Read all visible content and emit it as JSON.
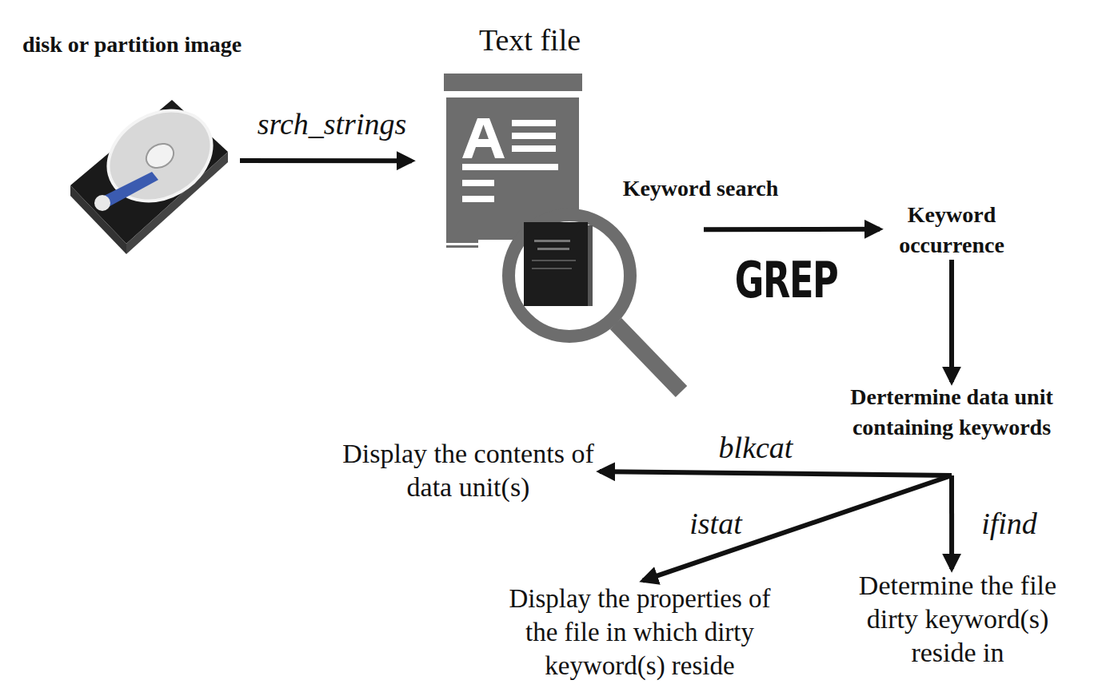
{
  "diagram": {
    "nodes": [
      {
        "text": [
          "disk or partition image"
        ]
      },
      {
        "text": [
          "Text file"
        ]
      },
      {
        "text": [
          "Keyword occurrence"
        ]
      },
      {
        "text": [
          "Dertermine data unit containing keywords"
        ]
      },
      {
        "text": [
          "Display the contents of data unit(s)"
        ]
      },
      {
        "text": [
          "Display the properties of the file in which dirty keyword(s) reside"
        ]
      },
      {
        "text": [
          "Determine the file dirty keyword(s) reside in"
        ]
      }
    ],
    "edges": [
      {
        "from": 0,
        "to": 1,
        "label": "srch_strings",
        "arrow": "to"
      },
      {
        "from": 1,
        "to": 2,
        "label": "Keyword search",
        "arrow": "to"
      },
      {
        "from": 2,
        "to": 3,
        "arrow": "to"
      },
      {
        "from": 3,
        "to": 4,
        "label": "blkcat",
        "arrow": "to"
      },
      {
        "from": 3,
        "to": 5,
        "label": "istat",
        "arrow": "to"
      },
      {
        "from": 3,
        "to": 6,
        "label": "ifind",
        "arrow": "to"
      }
    ],
    "labels": [
      "GREP"
    ]
  }
}
